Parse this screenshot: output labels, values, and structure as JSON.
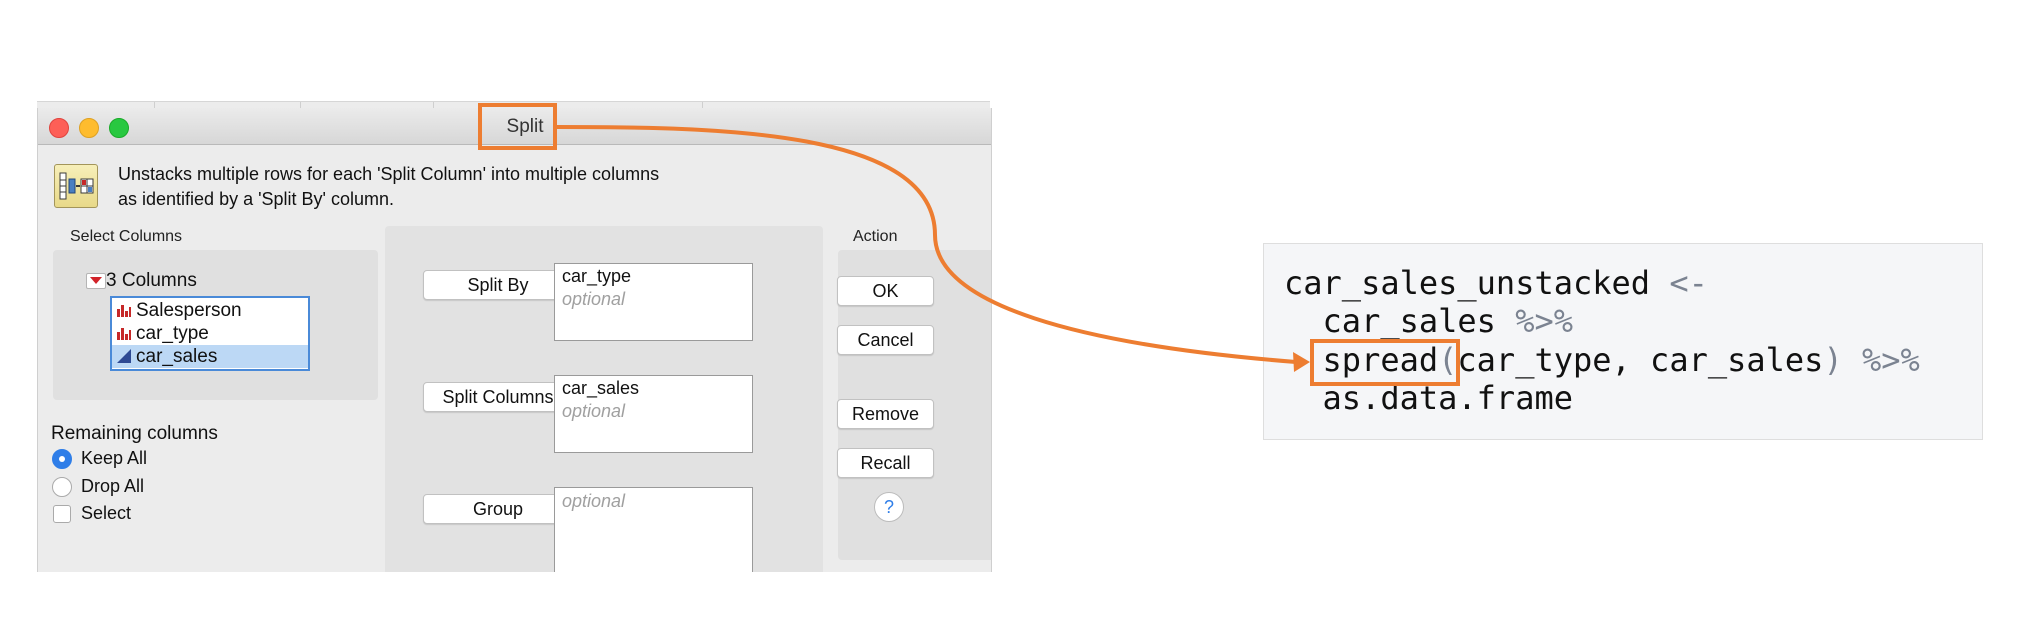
{
  "dialog": {
    "title": "Split",
    "description_line1": "Unstacks multiple rows for each 'Split Column' into multiple columns",
    "description_line2": "as identified by a 'Split By' column.",
    "select_columns": {
      "label": "Select Columns",
      "tree_title": "3 Columns",
      "columns": [
        {
          "name": "Salesperson",
          "type": "nominal"
        },
        {
          "name": "car_type",
          "type": "nominal"
        },
        {
          "name": "car_sales",
          "type": "continuous",
          "selected": true
        }
      ]
    },
    "roles": [
      {
        "button": "Split By",
        "value": "car_type",
        "placeholder": "optional"
      },
      {
        "button": "Split Columns",
        "value": "car_sales",
        "placeholder": "optional"
      },
      {
        "button": "Group",
        "value": "",
        "placeholder": "optional"
      }
    ],
    "action": {
      "label": "Action",
      "ok": "OK",
      "cancel": "Cancel",
      "remove": "Remove",
      "recall": "Recall",
      "help": "?"
    },
    "remaining": {
      "label": "Remaining columns",
      "options": [
        {
          "label": "Keep All",
          "kind": "radio",
          "checked": true
        },
        {
          "label": "Drop All",
          "kind": "radio",
          "checked": false
        },
        {
          "label": "Select",
          "kind": "checkbox",
          "checked": false
        }
      ]
    }
  },
  "code": {
    "line1_name": "car_sales_unstacked",
    "line1_op": "<-",
    "line2_name": "car_sales",
    "line2_op": "%>%",
    "line3_fn": "spread",
    "line3_open": "(",
    "line3_args": "car_type, car_sales",
    "line3_close": ")",
    "line3_op": "%>%",
    "line4": "as.data.frame"
  },
  "colors": {
    "highlight": "#ed7d31",
    "selection_border": "#4a8ad8",
    "radio_selected": "#2f7ee8"
  }
}
